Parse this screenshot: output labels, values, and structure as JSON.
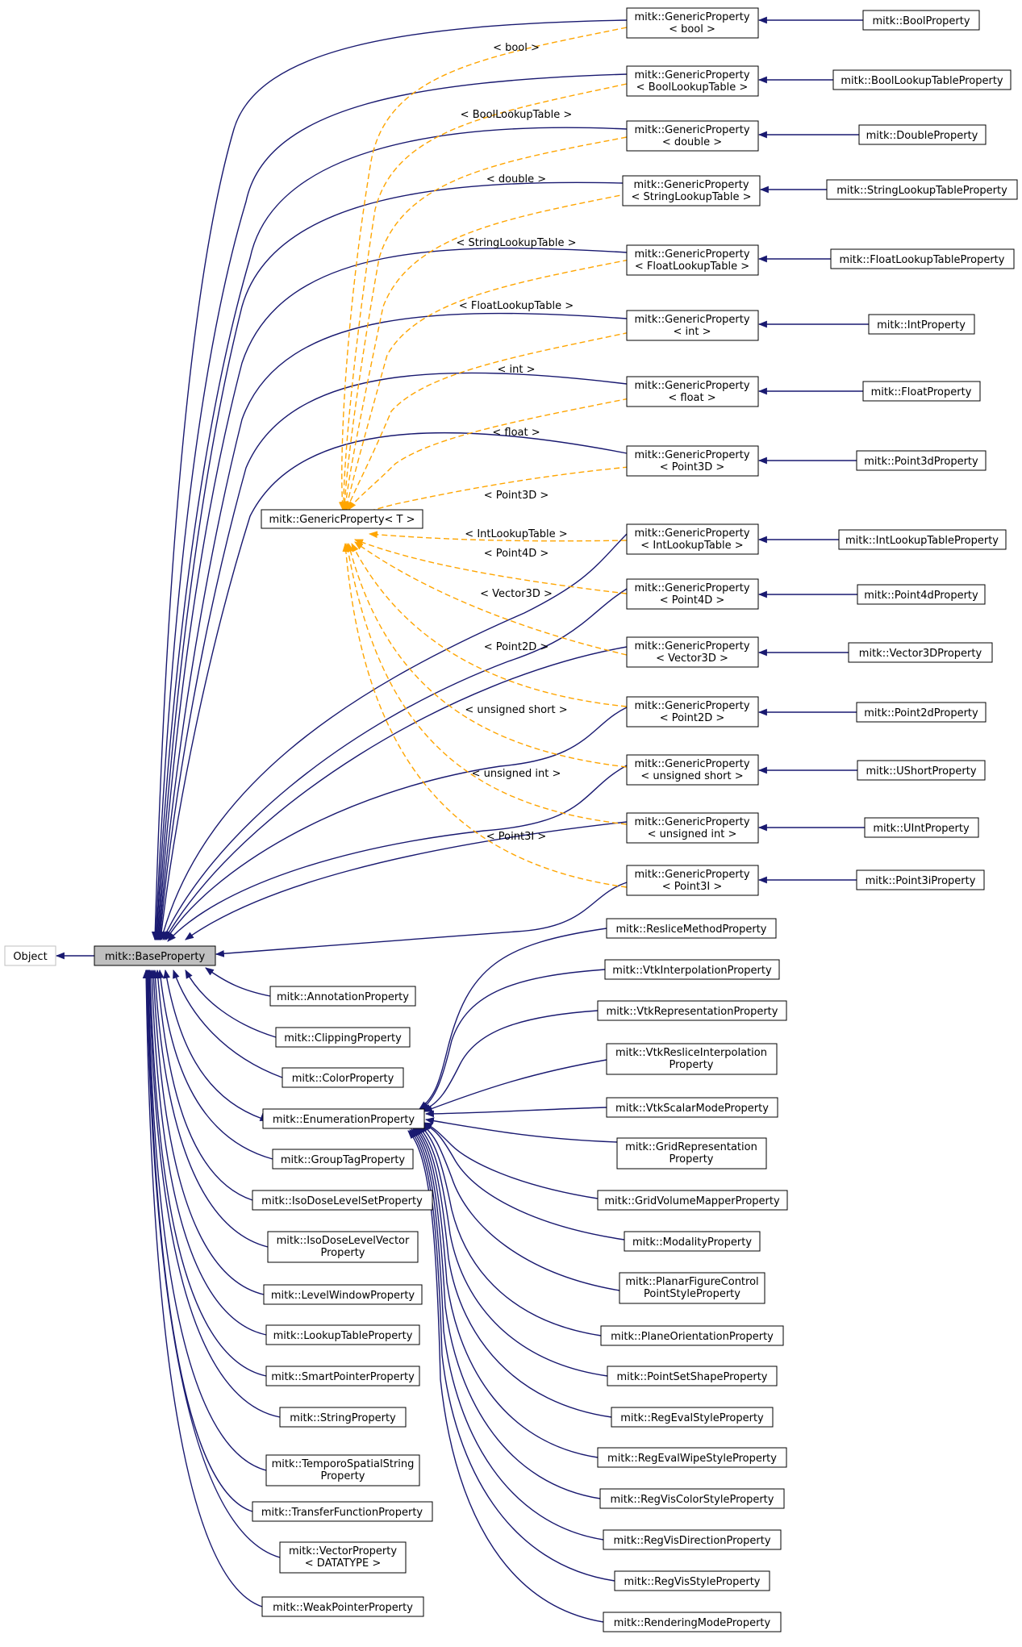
{
  "diagram": {
    "nodes": {
      "object": "Object",
      "base": "mitk::BaseProperty",
      "generic_t": "mitk::GenericProperty< T >",
      "enumeration": "mitk::EnumerationProperty",
      "gp_bool": [
        "mitk::GenericProperty",
        "< bool >"
      ],
      "gp_boollut": [
        "mitk::GenericProperty",
        "< BoolLookupTable >"
      ],
      "gp_double": [
        "mitk::GenericProperty",
        "< double >"
      ],
      "gp_strlut": [
        "mitk::GenericProperty",
        "< StringLookupTable >"
      ],
      "gp_floatlut": [
        "mitk::GenericProperty",
        "< FloatLookupTable >"
      ],
      "gp_int": [
        "mitk::GenericProperty",
        "< int >"
      ],
      "gp_float": [
        "mitk::GenericProperty",
        "< float >"
      ],
      "gp_point3d": [
        "mitk::GenericProperty",
        "< Point3D >"
      ],
      "gp_intlut": [
        "mitk::GenericProperty",
        "< IntLookupTable >"
      ],
      "gp_point4d": [
        "mitk::GenericProperty",
        "< Point4D >"
      ],
      "gp_vector3d": [
        "mitk::GenericProperty",
        "< Vector3D >"
      ],
      "gp_point2d": [
        "mitk::GenericProperty",
        "< Point2D >"
      ],
      "gp_ushort": [
        "mitk::GenericProperty",
        "< unsigned short >"
      ],
      "gp_uint": [
        "mitk::GenericProperty",
        "< unsigned int >"
      ],
      "gp_point3i": [
        "mitk::GenericProperty",
        "< Point3I >"
      ],
      "bool_prop": "mitk::BoolProperty",
      "boollut_prop": "mitk::BoolLookupTableProperty",
      "double_prop": "mitk::DoubleProperty",
      "strlut_prop": "mitk::StringLookupTableProperty",
      "floatlut_prop": "mitk::FloatLookupTableProperty",
      "int_prop": "mitk::IntProperty",
      "float_prop": "mitk::FloatProperty",
      "point3d_prop": "mitk::Point3dProperty",
      "intlut_prop": "mitk::IntLookupTableProperty",
      "point4d_prop": "mitk::Point4dProperty",
      "vector3d_prop": "mitk::Vector3DProperty",
      "point2d_prop": "mitk::Point2dProperty",
      "ushort_prop": "mitk::UShortProperty",
      "uint_prop": "mitk::UIntProperty",
      "point3i_prop": "mitk::Point3iProperty",
      "annotation": "mitk::AnnotationProperty",
      "clipping": "mitk::ClippingProperty",
      "color": "mitk::ColorProperty",
      "grouptag": "mitk::GroupTagProperty",
      "isodoseset": "mitk::IsoDoseLevelSetProperty",
      "isodosevector": [
        "mitk::IsoDoseLevelVector",
        "Property"
      ],
      "levelwindow": "mitk::LevelWindowProperty",
      "lookuptable": "mitk::LookupTableProperty",
      "smartpointer": "mitk::SmartPointerProperty",
      "string": "mitk::StringProperty",
      "temporo": [
        "mitk::TemporoSpatialString",
        "Property"
      ],
      "transfer": "mitk::TransferFunctionProperty",
      "vectorprop": [
        "mitk::VectorProperty",
        "< DATATYPE >"
      ],
      "weakpointer": "mitk::WeakPointerProperty",
      "reslice": "mitk::ResliceMethodProperty",
      "vtkinterp": "mitk::VtkInterpolationProperty",
      "vtkrepr": "mitk::VtkRepresentationProperty",
      "vtkreslice": [
        "mitk::VtkResliceInterpolation",
        "Property"
      ],
      "vtkscalar": "mitk::VtkScalarModeProperty",
      "gridrepr": [
        "mitk::GridRepresentation",
        "Property"
      ],
      "gridvolume": "mitk::GridVolumeMapperProperty",
      "modality": "mitk::ModalityProperty",
      "planarfig": [
        "mitk::PlanarFigureControl",
        "PointStyleProperty"
      ],
      "planeorient": "mitk::PlaneOrientationProperty",
      "pointsetshape": "mitk::PointSetShapeProperty",
      "regeval": "mitk::RegEvalStyleProperty",
      "regevalwipe": "mitk::RegEvalWipeStyleProperty",
      "regviscolor": "mitk::RegVisColorStyleProperty",
      "regvisdir": "mitk::RegVisDirectionProperty",
      "regvisstyle": "mitk::RegVisStyleProperty",
      "rendering": "mitk::RenderingModeProperty"
    },
    "template_labels": {
      "bool": "< bool >",
      "boollut": "< BoolLookupTable >",
      "double": "< double >",
      "strlut": "< StringLookupTable >",
      "floatlut": "< FloatLookupTable >",
      "int": "< int >",
      "float": "< float >",
      "point3d": "< Point3D >",
      "intlut": "< IntLookupTable >",
      "point4d": "< Point4D >",
      "vector3d": "< Vector3D >",
      "point2d": "< Point2D >",
      "ushort": "< unsigned short >",
      "uint": "< unsigned int >",
      "point3i": "< Point3I >"
    },
    "colors": {
      "inheritance": "#191970",
      "template_instance": "#ffa500",
      "highlight_node": "#bfbfbf"
    }
  }
}
